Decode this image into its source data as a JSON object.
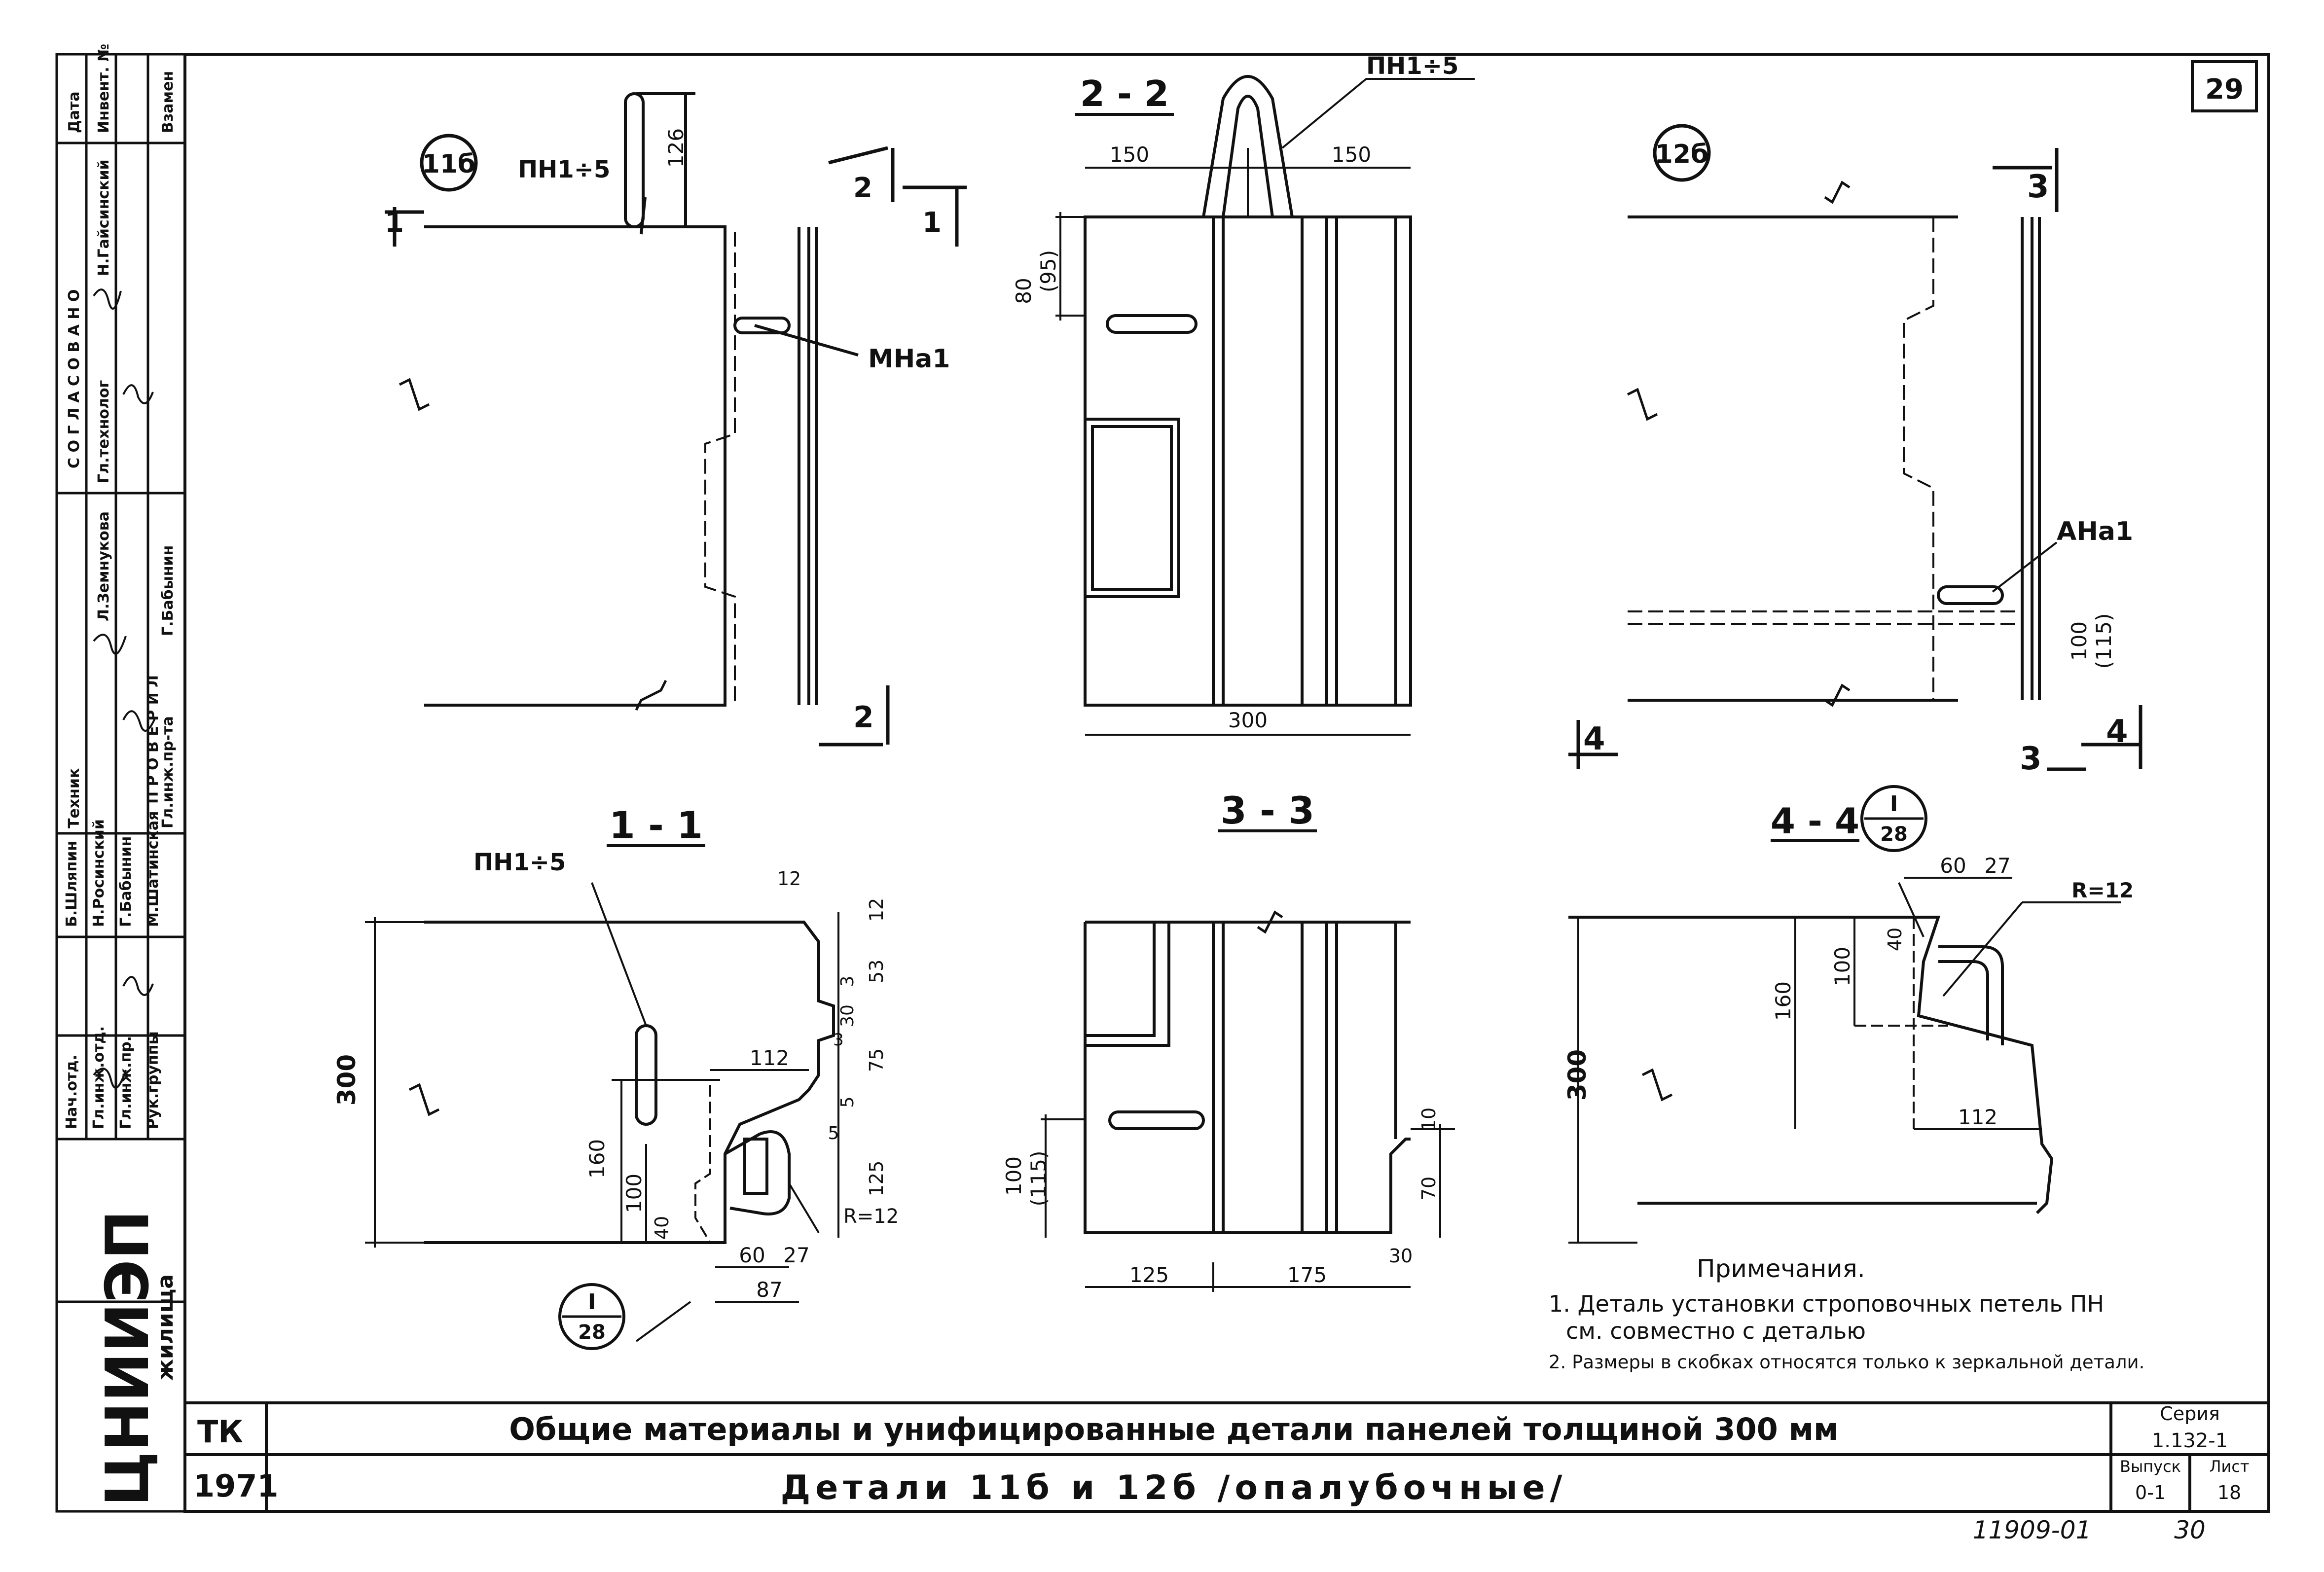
{
  "sheet_number": "29",
  "details": {
    "d11b": {
      "marker": "11б",
      "loop_label": "ПН1÷5",
      "dim_loop": "126",
      "anchor_label": "МНа1"
    },
    "d12b": {
      "marker": "12б",
      "anchor_label": "АНа1",
      "dim_100": "100",
      "dim_115": "(115)"
    }
  },
  "section_marks": {
    "s1": "1",
    "s2": "2",
    "s3": "3",
    "s4": "4"
  },
  "sections": {
    "s22": {
      "title": "2 - 2",
      "loop_label": "ПН1÷5",
      "dim_left": "150",
      "dim_right": "150",
      "dim_80": "80",
      "dim_95": "(95)",
      "dim_300": "300"
    },
    "s11": {
      "title": "1 - 1",
      "loop_label": "ПН1÷5",
      "dim_300": "300",
      "dim_160": "160",
      "dim_100": "100",
      "dim_40": "40",
      "dim_112": "112",
      "dim_60": "60",
      "dim_27": "27",
      "dim_87": "87",
      "dim_12": "12",
      "dim_53": "53",
      "dim_3": "3",
      "dim_30": "30",
      "dim_75": "75",
      "dim_5": "5",
      "dim_125": "125",
      "dim_5b": "5",
      "dim_3b": "3",
      "r12": "R=12",
      "node_num": "I",
      "node_sheet": "28"
    },
    "s33": {
      "title": "3 - 3",
      "dim_100": "100",
      "dim_115": "(115)",
      "dim_125": "125",
      "dim_175": "175",
      "dim_30": "30",
      "dim_10": "10",
      "dim_70": "70"
    },
    "s44": {
      "title": "4 - 4",
      "node_num": "I",
      "node_sheet": "28",
      "dim_60": "60",
      "dim_27": "27",
      "r12": "R=12",
      "dim_40": "40",
      "dim_100": "100",
      "dim_160": "160",
      "dim_112": "112",
      "dim_300": "300"
    }
  },
  "notes": {
    "title": "Примечания.",
    "items": [
      "1. Деталь установки строповочных петель ПН",
      "см. совместно с деталью",
      "2. Размеры в скобках относятся только к зеркальной детали."
    ]
  },
  "title_block": {
    "tk": "ТК",
    "year": "1971",
    "main_title": "Общие материалы и унифицированные детали панелей толщиной 300 мм",
    "sub_title": "Детали 11б и 12б /опалубочные/",
    "series_label": "Серия",
    "series_value": "1.132-1",
    "issue_label": "Выпуск",
    "issue_value": "0-1",
    "sheet_label": "Лист",
    "sheet_value": "18",
    "org": "ЦНИИЭП",
    "org_suffix": "жилища"
  },
  "side_stamp": {
    "agreed": "С О Г Л А С О В А Н О",
    "checked": "П Р О В Е Р И Л",
    "date": "Дата",
    "inv": "Инвент. №",
    "replaced": "Взамен",
    "chief_engineer": "Н.Гайсинский",
    "technologist": "Гл.технолог",
    "zemnukova": "Л.Земнукова",
    "technician": "Техник",
    "gl_eng": "Гл.инж.пр-та",
    "babynin": "Г.Бабынин",
    "roles": [
      "Нач.отд.",
      "Гл.инж.отд.",
      "Гл.инж.пр.",
      "Рук.группы"
    ],
    "names": [
      "Б.Шляпин",
      "Н.Росинский",
      "Г.Бабынин",
      "М.Шатинская"
    ]
  },
  "footer": {
    "doc_code": "11909-01",
    "page": "30"
  }
}
